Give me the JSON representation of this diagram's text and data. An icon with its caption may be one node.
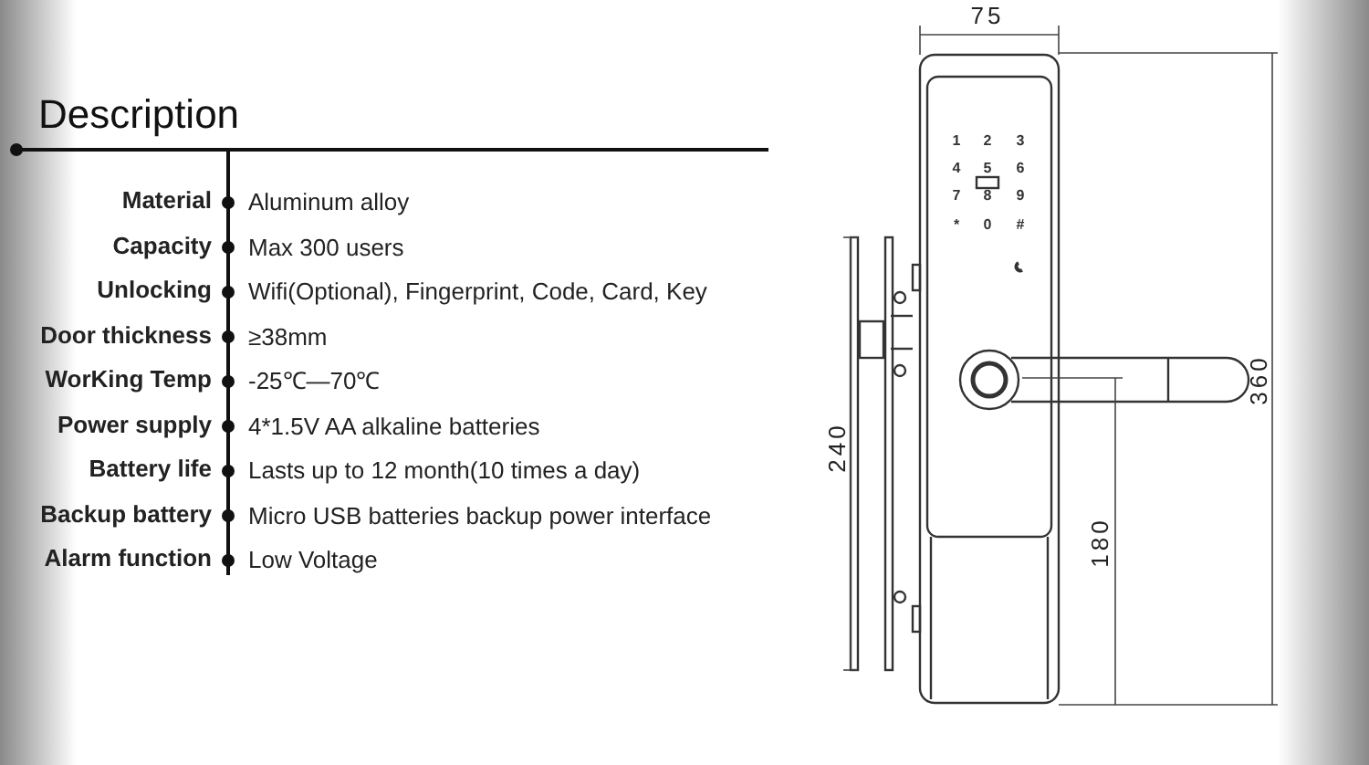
{
  "diagram": {
    "title": "Description",
    "labels": [
      "Material",
      "Aluminum alloy",
      "Capacity",
      "Max 300 users",
      "Unlocking",
      "Wifi(Optional), Fingerprint, Code, Card, Key",
      "Door thickness",
      "≥38mm",
      "WorKing Temp",
      "-25℃—70℃",
      "Power supply",
      "4*1.5V AA alkaline batteries",
      "Battery life",
      "Lasts up to 12 month(10 times a day)",
      "Backup battery",
      "Micro USB batteries backup power interface",
      "Alarm function",
      "Low Voltage",
      "75",
      "360",
      "240",
      "180",
      "1",
      "2",
      "3",
      "4",
      "5",
      "6",
      "7",
      "8",
      "9",
      "*",
      "0",
      "#"
    ]
  }
}
